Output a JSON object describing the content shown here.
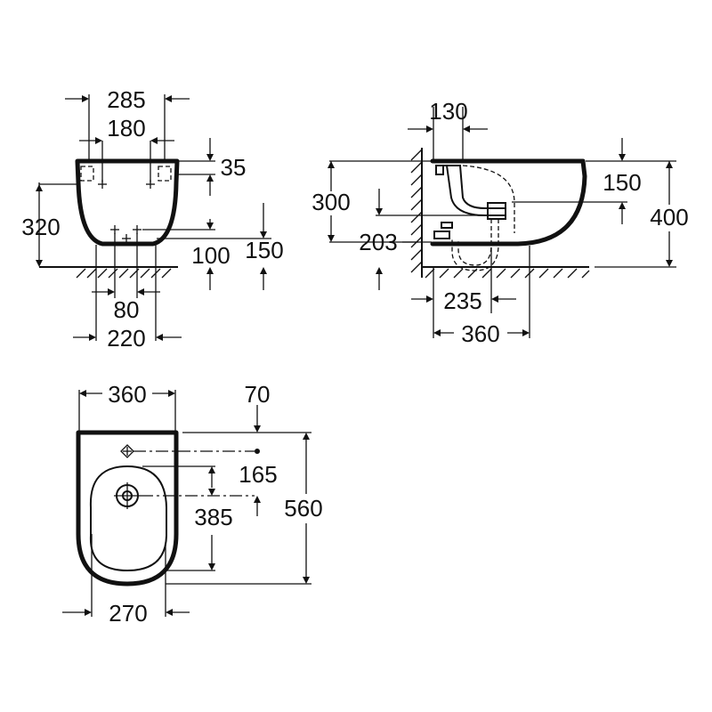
{
  "front_view": {
    "dims": {
      "width_285": "285",
      "width_180": "180",
      "top_35": "35",
      "height_320": "320",
      "drain_100": "100",
      "drain_150": "150",
      "bottom_80": "80",
      "bottom_220": "220"
    }
  },
  "side_view": {
    "dims": {
      "wall_130": "130",
      "height_300": "300",
      "height_203": "203",
      "rim_150": "150",
      "height_400": "400",
      "depth_235": "235",
      "depth_360": "360"
    }
  },
  "top_view": {
    "dims": {
      "width_360": "360",
      "offset_70": "70",
      "offset_165": "165",
      "length_385": "385",
      "length_560": "560",
      "width_270": "270"
    }
  },
  "colors": {
    "line": "#111111",
    "background": "#ffffff"
  }
}
